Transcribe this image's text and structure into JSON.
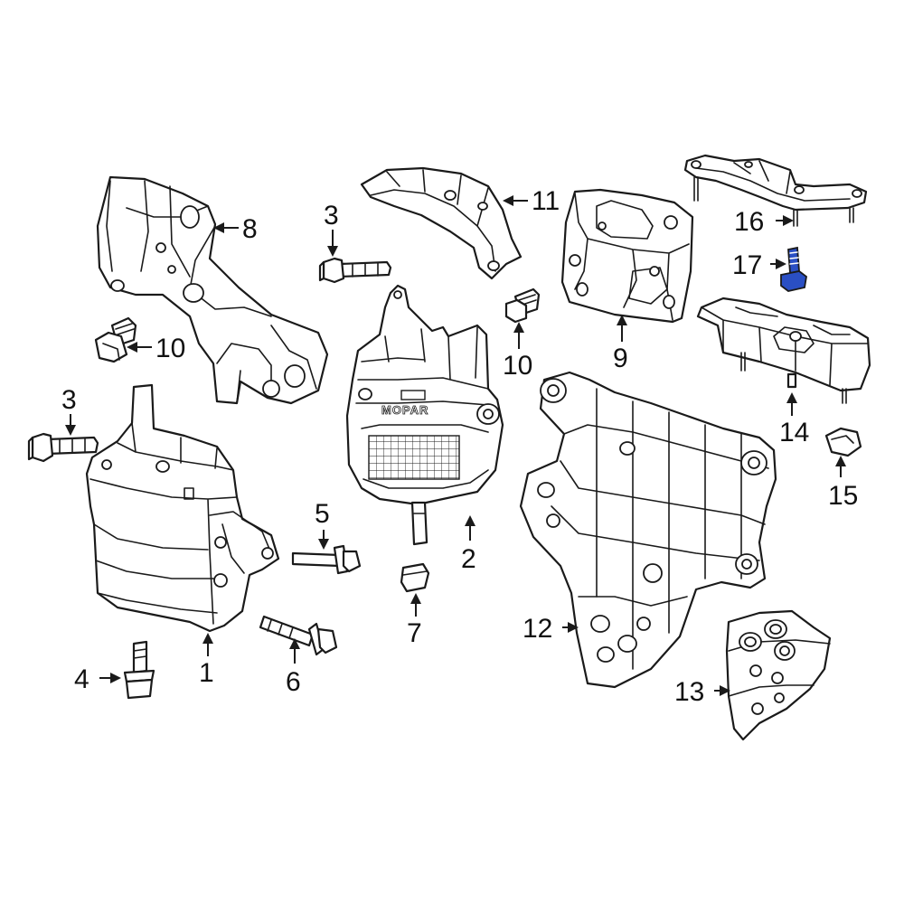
{
  "diagram": {
    "brand_label": "MOPAR",
    "highlight_color": "#2a4fc4",
    "callouts": {
      "c1": "1",
      "c2": "2",
      "c3a": "3",
      "c3b": "3",
      "c4": "4",
      "c5": "5",
      "c6": "6",
      "c7": "7",
      "c8": "8",
      "c9": "9",
      "c10a": "10",
      "c10b": "10",
      "c11": "11",
      "c12": "12",
      "c13": "13",
      "c14": "14",
      "c15": "15",
      "c16": "16",
      "c17": "17"
    }
  }
}
